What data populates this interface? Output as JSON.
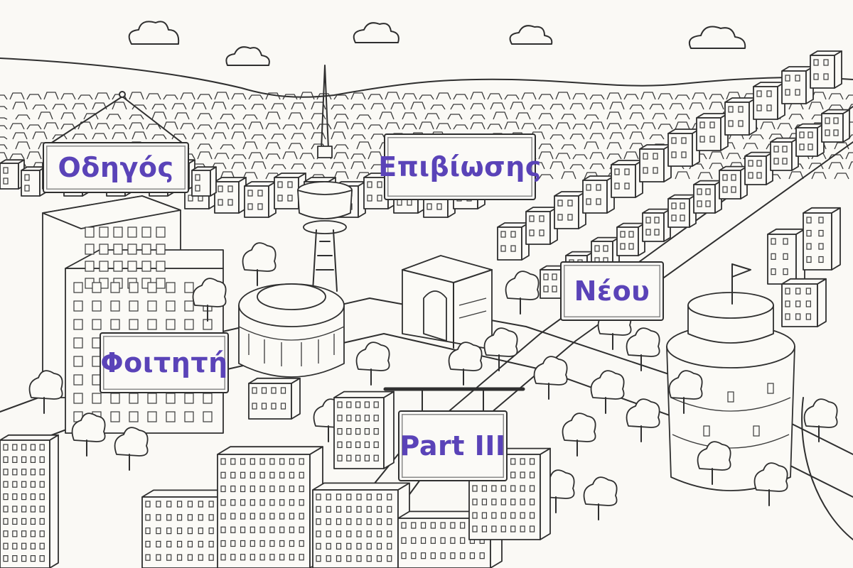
{
  "signs": {
    "odigos": "Οδηγός",
    "epiviosis": "Επιβίωσης",
    "neou": "Νέου",
    "foititi": "Φοιτητή",
    "part": "Part III"
  },
  "colors": {
    "sign_text": "#5a43b8",
    "ink": "#2f2f2f",
    "paper": "#faf9f5"
  }
}
